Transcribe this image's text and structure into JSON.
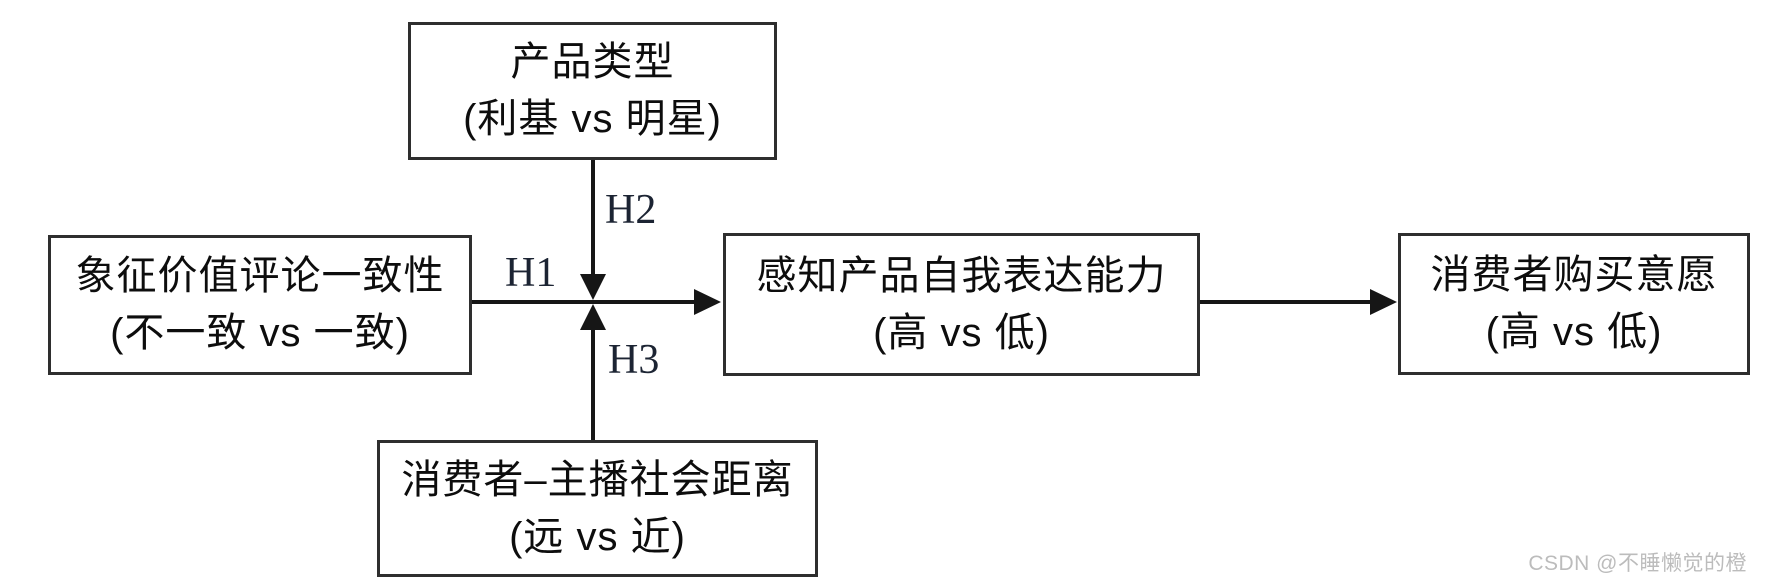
{
  "nodes": {
    "product_type": {
      "line1": "产品类型",
      "line2": "(利基 vs 明星)"
    },
    "review_consistency": {
      "line1": "象征价值评论一致性",
      "line2": "(不一致 vs 一致)"
    },
    "social_distance": {
      "line1": "消费者–主播社会距离",
      "line2": "(远 vs 近)"
    },
    "perceived_expressiveness": {
      "line1": "感知产品自我表达能力",
      "line2": "(高 vs 低)"
    },
    "purchase_intention": {
      "line1": "消费者购买意愿",
      "line2": "(高 vs 低)"
    }
  },
  "labels": {
    "h1": "H1",
    "h2": "H2",
    "h3": "H3"
  },
  "watermark": {
    "text": "CSDN @不睡懒觉的橙"
  },
  "colors": {
    "background": "#ffffff",
    "box_border": "#2e2e2e",
    "box_text": "#0d0d0d",
    "arrow": "#161616",
    "hypothesis_label": "#1c2433",
    "watermark": "#bcbcbc"
  }
}
